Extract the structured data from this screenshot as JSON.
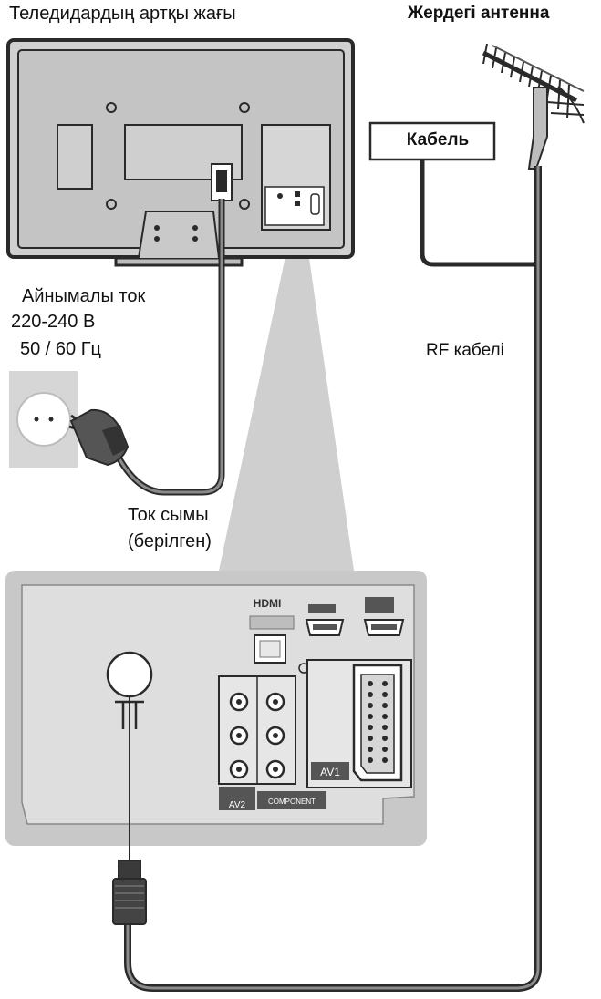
{
  "labels": {
    "tv_back_title": "Теледидардың артқы жағы",
    "terrestrial_antenna": "Жердегі антенна",
    "cable_box": "Кабель",
    "ac_line1": "Айнымалы ток",
    "ac_line2": "220-240 В",
    "ac_line3": "50 / 60 Гц",
    "rf_cable": "RF кабелі",
    "power_cord_line1": "Ток сымы",
    "power_cord_line2": "(берілген)"
  },
  "panel_labels": {
    "hdmi_logo": "HDMI",
    "av1": "AV1",
    "av2": "AV2",
    "component": "COMPONENT"
  },
  "colors": {
    "outline": "#2a2a2a",
    "tv_body": "#cfcfcf",
    "panel_bg": "#dddddd",
    "panel_outer": "#c8c8c8",
    "cable": "#3a3a3a",
    "dark_badge": "#555555"
  },
  "icons": [
    "antenna-icon",
    "wall-socket-icon",
    "plug-icon",
    "rf-connector-icon",
    "aerial-terminal-icon",
    "scart-connector-icon",
    "hdmi-port-icon",
    "rca-jack-icon"
  ]
}
